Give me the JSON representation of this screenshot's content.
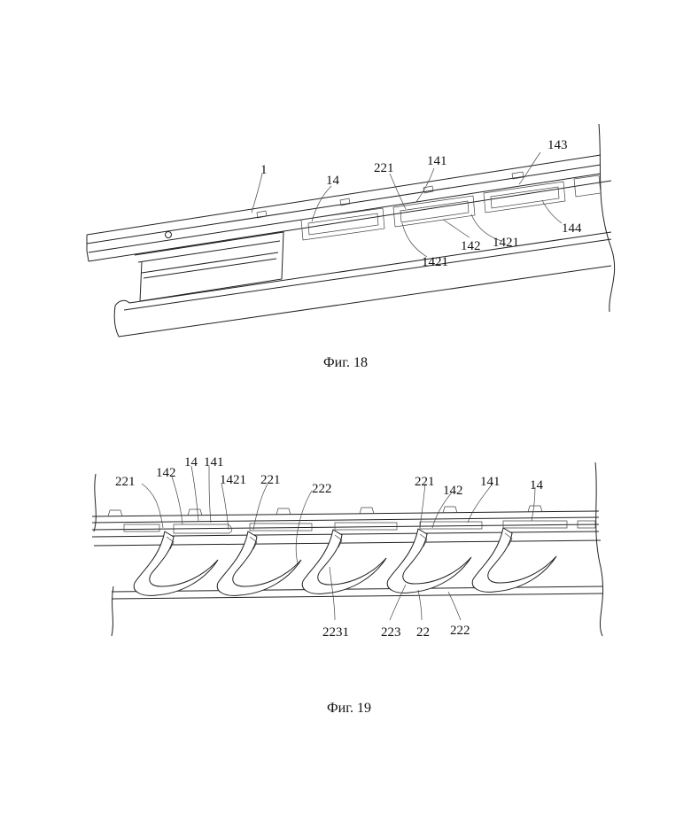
{
  "figures": [
    {
      "caption": "Фиг. 18",
      "labels": [
        "1",
        "14",
        "221",
        "141",
        "143",
        "142",
        "1421",
        "1421",
        "144"
      ]
    },
    {
      "caption": "Фиг. 19",
      "labels": [
        "221",
        "142",
        "14",
        "141",
        "1421",
        "221",
        "222",
        "221",
        "142",
        "141",
        "14",
        "2231",
        "223",
        "22",
        "222"
      ]
    }
  ]
}
